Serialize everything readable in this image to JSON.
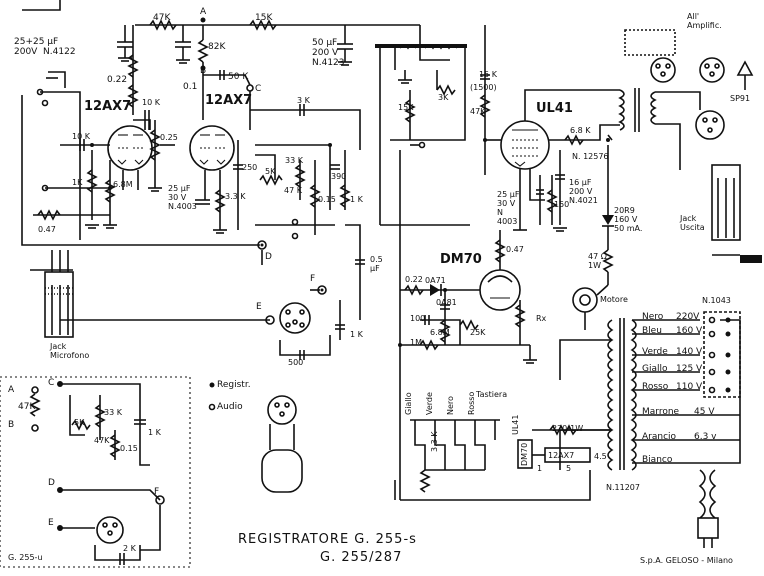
{
  "title": {
    "line1": "REGISTRATORE  G. 255-s",
    "line2": "G. 255/287"
  },
  "maker": "S.p.A. GELOSO - Milano",
  "tubes": {
    "t1": "12AX7",
    "t2": "12AX7",
    "t3": "UL41",
    "t4": "DM70"
  },
  "nodes": {
    "a": "A",
    "b": "B",
    "c": "C",
    "d": "D",
    "e": "E",
    "f": "F"
  },
  "caps": {
    "c_main": "25+25 μF\n200V  N.4122",
    "c_50uf": "50 μF\n200 V\nN.4123",
    "c_25a": "25 μF\n30 V\nN.4003",
    "c_16": "16 μF\n200 V\nN.4021",
    "c_25b": "25 μF\n30 V\nN\n4003",
    "c_05": "0.5\nμF",
    "c_1500": "(1500)",
    "c_022": "0.22",
    "c_100": "100",
    "c_500": "500"
  },
  "res": {
    "r47k_top": "47K",
    "r15k_top": "15K",
    "r82k": "82K",
    "r50k": "50 K",
    "r01": "0.1",
    "r022a": "0.22",
    "r10k_a": "10 K",
    "r10k_b": "10 K",
    "r1k_a": "1K",
    "r68m": "6.8M",
    "r047a": "0.47",
    "r025": "0.25",
    "r250": "250",
    "r33k_a": "33 K",
    "r3k": "3 K",
    "r5k": "5K",
    "r47k_a": "47 K",
    "r015": "0.15",
    "r390": "390",
    "r1k_b": "1 K",
    "r33k_b": "3.3 K",
    "r15k_b": "15K",
    "r3k_b": "3K",
    "r15k_c": "15 K",
    "r47k_b": "47K",
    "r68k": "6.8 K",
    "r150": "150",
    "r047b": "0.47",
    "r47_1w": "47 Ω\n1W",
    "rx": "Rx",
    "r25k": "25K",
    "r68m_b": "6.8M",
    "r1m": "1M",
    "r1k_c": "1 K",
    "r220": "220-1W",
    "r33k_s": "33 K",
    "r47k_s": "47K",
    "r5k_s": "5K",
    "r015_s": "0.15",
    "r1k_s": "1 K",
    "r2k_s": "2 K",
    "r47k_ab": "47K",
    "r33k_t": "3.3 K"
  },
  "diodes": {
    "d1": "0A71",
    "d2": "0A81",
    "zener": "20R9\n160 V\n50 mA."
  },
  "parts": {
    "n12576": "N. 12576",
    "n1043": "N.1043",
    "n11207": "N.11207",
    "sp91": "SP91"
  },
  "labels": {
    "all_ampl": "All'\nAmplific.",
    "jack_uscita": "Jack\nUscita",
    "jack_micro": "Jack\nMicrofono",
    "motore": "Motore",
    "tastiera": "Tastiera",
    "registr": "Registr.",
    "audio": "Audio",
    "g255u": "G. 255-u"
  },
  "keys": [
    "Giallo",
    "Verde",
    "Nero",
    "Rosso"
  ],
  "trafo": [
    {
      "color": "Nero",
      "v": "220V"
    },
    {
      "color": "Bleu",
      "v": "160 V"
    },
    {
      "color": "Verde",
      "v": "140 V"
    },
    {
      "color": "Giallo",
      "v": "125 V"
    },
    {
      "color": "Rosso",
      "v": "110 V"
    },
    {
      "color": "Marrone",
      "v": "45 V"
    },
    {
      "color": "Arancio",
      "v": "6.3 v"
    },
    {
      "color": "Bianco",
      "v": ""
    }
  ],
  "heater": {
    "ul41": "UL41",
    "dm70": "DM70",
    "ax7": "12AX7",
    "p1": "1",
    "p2": "5",
    "p3": "4.5"
  }
}
